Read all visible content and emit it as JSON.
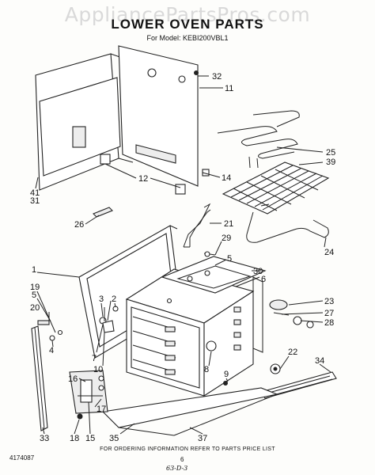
{
  "watermark": "AppliancePartsPros.com",
  "title": "LOWER OVEN PARTS",
  "model": "For Model: KEBI200VBL1",
  "footer": "FOR ORDERING INFORMATION REFER TO PARTS PRICE LIST",
  "doc_number": "4174087",
  "page_number": "6",
  "signature": "63-D-3",
  "callouts": {
    "c1": "1",
    "c2": "2",
    "c3": "3",
    "c4": "4",
    "c5": "5",
    "c6": "6",
    "c7": "7",
    "c8": "8",
    "c9": "9",
    "c10": "10",
    "c11": "11",
    "c12": "12",
    "c14": "14",
    "c15": "15",
    "c16": "16",
    "c17": "17",
    "c18": "18",
    "c19": "19",
    "c20": "20",
    "c21": "21",
    "c22": "22",
    "c23": "23",
    "c24": "24",
    "c25": "25",
    "c26": "26",
    "c27": "27",
    "c28": "28",
    "c29": "29",
    "c30": "30",
    "c31": "31",
    "c32": "32",
    "c33": "33",
    "c34": "34",
    "c35": "35",
    "c37": "37",
    "c39": "39",
    "c41": "41"
  }
}
